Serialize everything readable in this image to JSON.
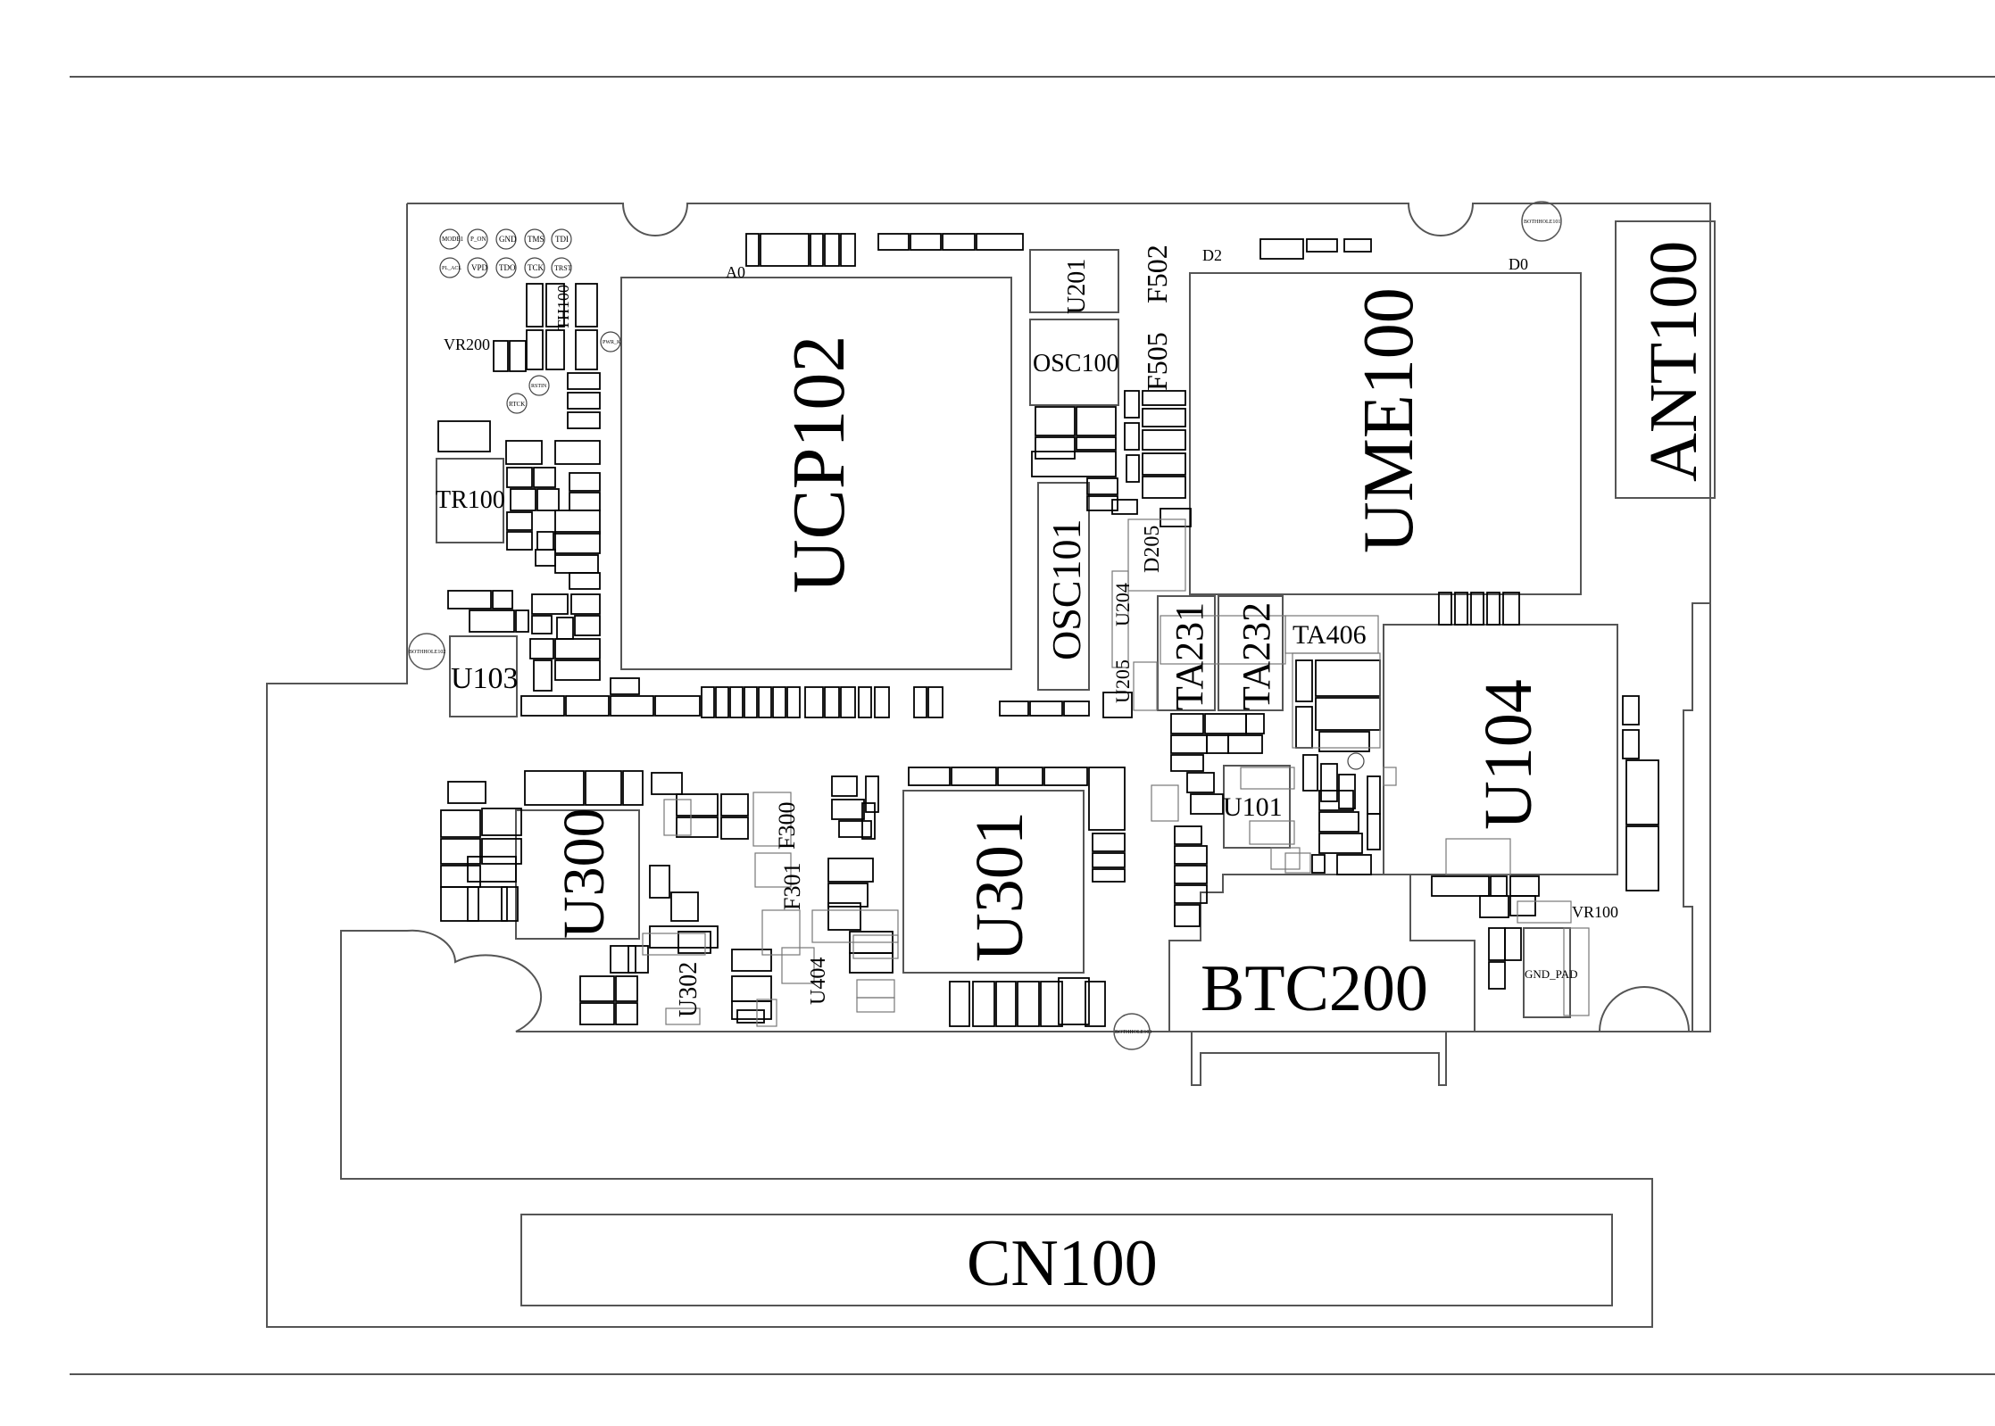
{
  "diagram": {
    "type": "pcb-component-placement",
    "colors": {
      "ink": "#000000",
      "outline": "#555555",
      "background": "#ffffff"
    },
    "labels": {
      "ucp102": "UCP102",
      "ume100": "UME100",
      "ant100": "ANT100",
      "u104": "U104",
      "u301": "U301",
      "u300": "U300",
      "btc200": "BTC200",
      "cn100": "CN100",
      "osc100": "OSC100",
      "osc101": "OSC101",
      "tr100": "TR100",
      "u103": "U103",
      "u101": "U101",
      "u201": "U201",
      "f502": "F502",
      "f505": "F505",
      "d205": "D205",
      "u204": "U204",
      "u205": "U205",
      "ta231": "TA231",
      "ta232": "TA232",
      "ta406": "TA406",
      "f300": "F300",
      "f301": "F301",
      "u302": "U302",
      "u404": "U404",
      "vr200": "VR200",
      "vr100": "VR100",
      "th100": "TH100",
      "gnd_pad": "GND_PAD",
      "a0": "A0",
      "d0": "D0",
      "d2": "D2"
    },
    "test_points": {
      "row1": [
        "MODE1",
        "P_ON",
        "GND",
        "TMS",
        "TDI"
      ],
      "row2": [
        "PL_ACL",
        "VPD",
        "TDO",
        "TCK",
        "TRST"
      ],
      "misc": [
        "RTCK",
        "RSTIN",
        "PWR_K"
      ]
    },
    "hole_labels": {
      "top_right": "BOTHHOLE101",
      "left": "BOTHHOLE102",
      "bottom": "BOTHHOLE103"
    }
  }
}
